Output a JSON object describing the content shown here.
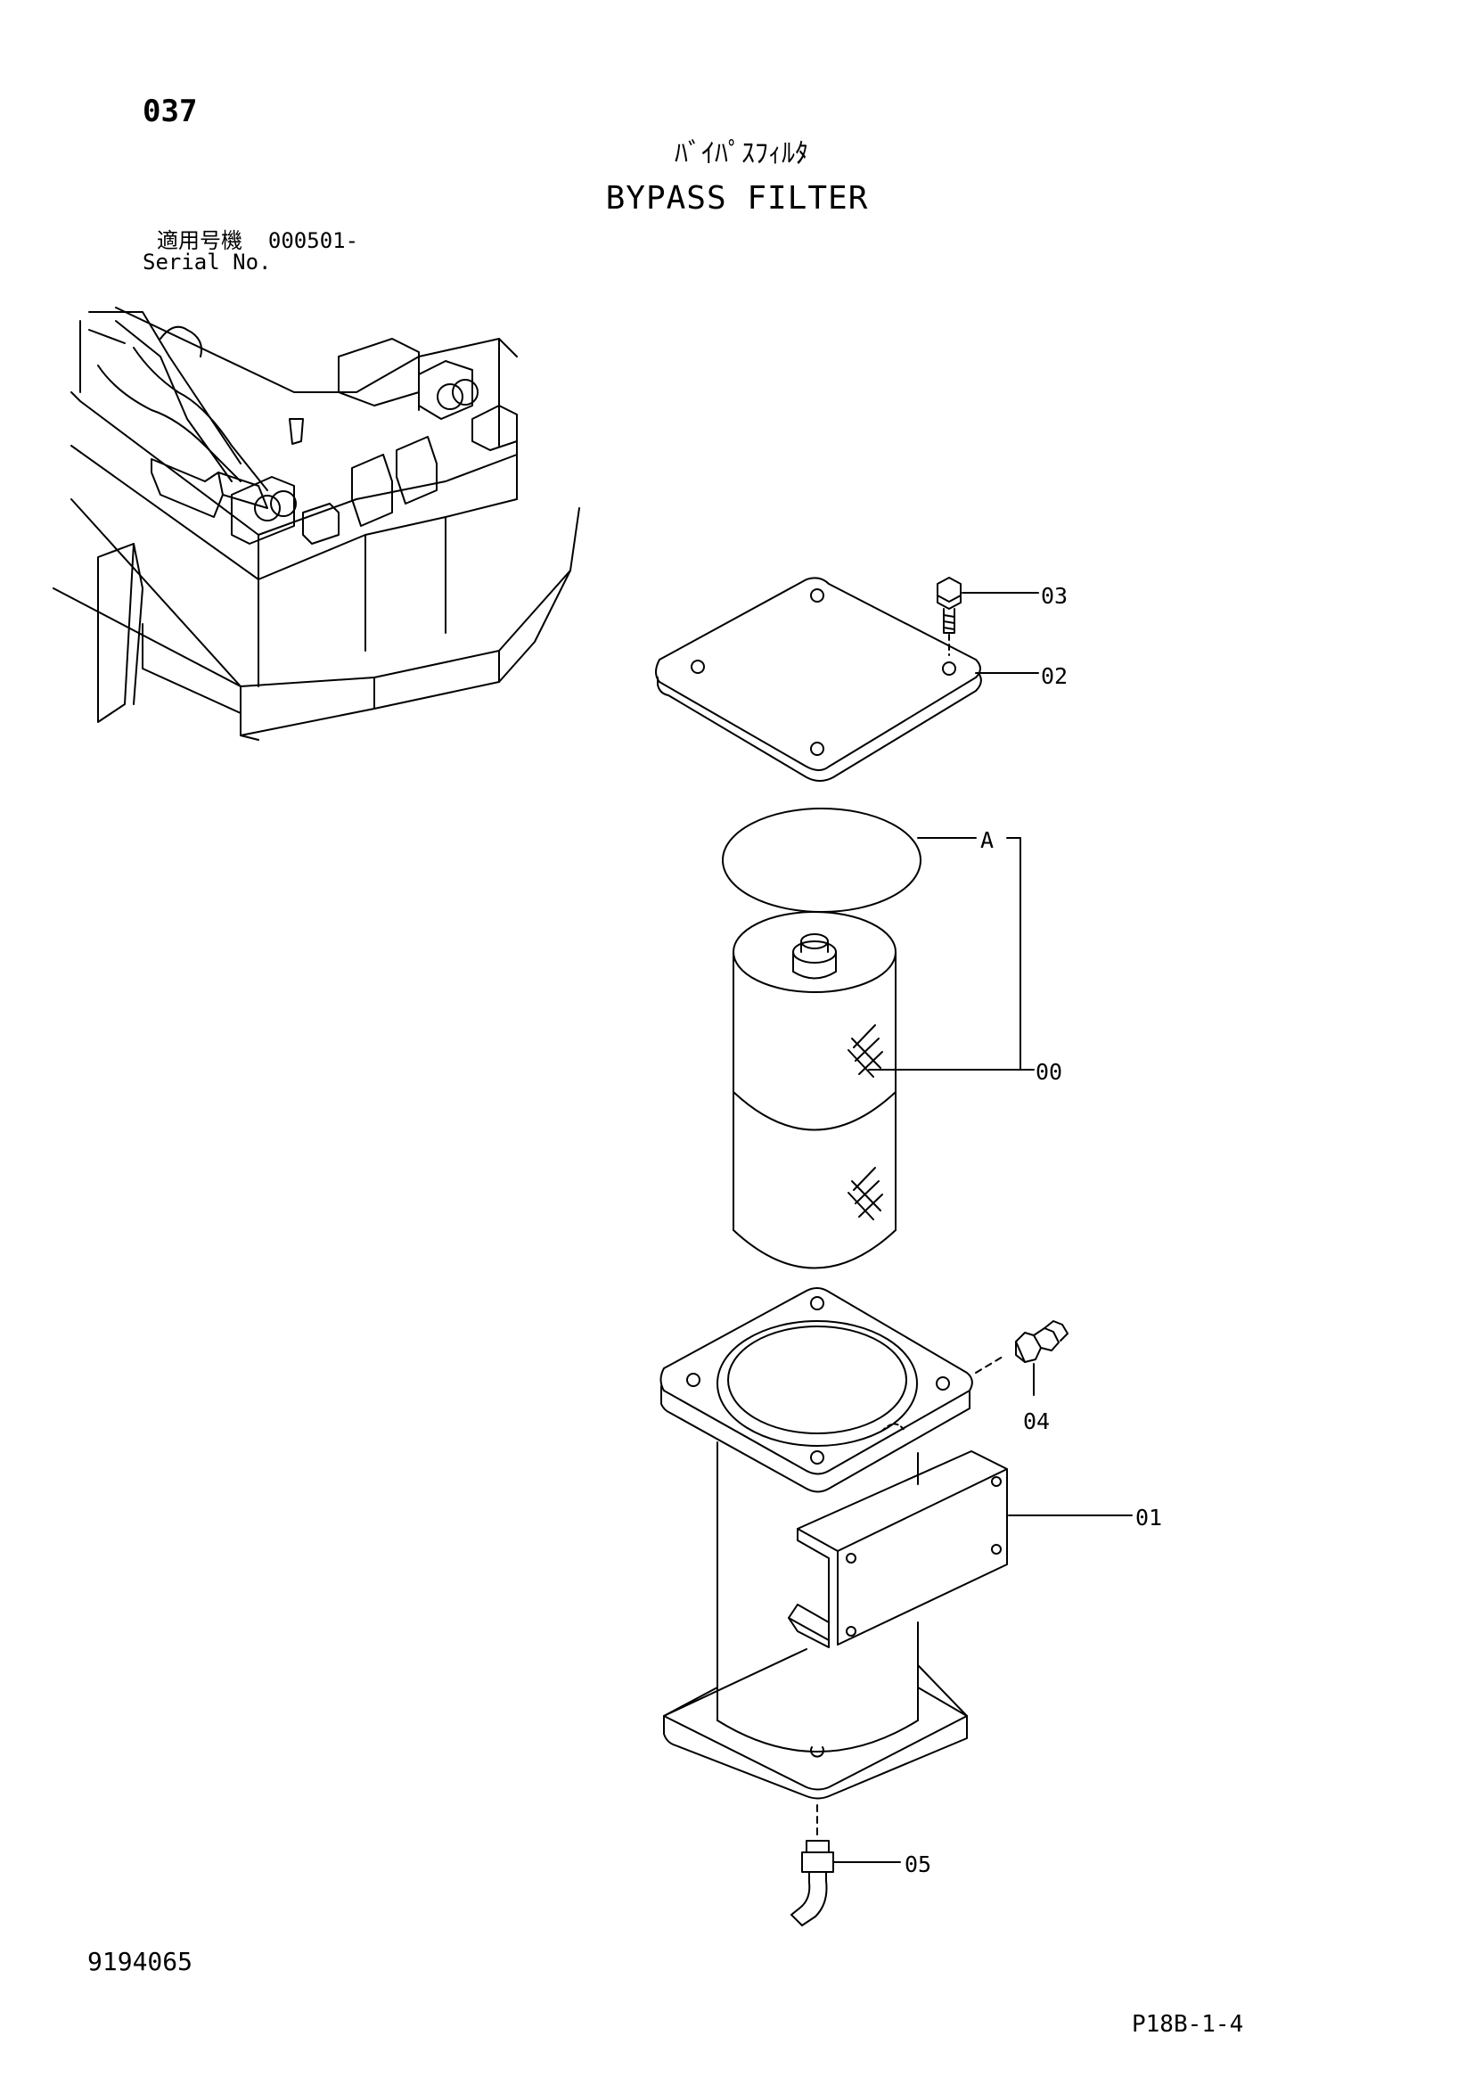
{
  "header": {
    "page_number": "037",
    "title_japanese": "ﾊﾞｲﾊﾟｽﾌｨﾙﾀ",
    "title_english": "BYPASS FILTER",
    "serial_label_japanese": "適用号機",
    "serial_value": "000501-",
    "serial_label_english": "Serial No."
  },
  "callouts": {
    "part_03": "03",
    "part_02": "02",
    "part_a": "A",
    "part_00": "00",
    "part_04": "04",
    "part_01": "01",
    "part_05": "05"
  },
  "footer": {
    "document_number": "9194065",
    "page_reference": "P18B-1-4"
  },
  "colors": {
    "line": "#000000",
    "background": "#ffffff"
  }
}
